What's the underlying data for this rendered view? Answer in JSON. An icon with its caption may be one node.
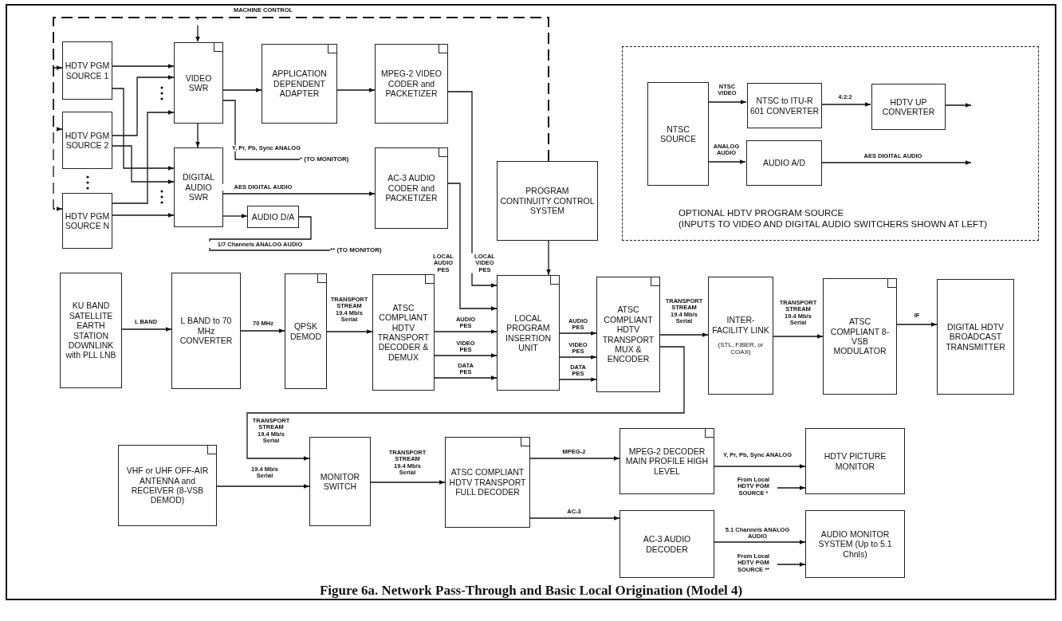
{
  "diagram": {
    "caption": "Figure 6a.  Network Pass-Through and Basic Local Origination (Model 4)",
    "nodes": [
      {
        "text": [
          "HDTV PGM SOURCE 1"
        ]
      },
      {
        "text": [
          "HDTV PGM SOURCE 2"
        ]
      },
      {
        "text": [
          "HDTV PGM SOURCE N"
        ]
      },
      {
        "text": [
          "VIDEO SWR"
        ]
      },
      {
        "text": [
          "DIGITAL AUDIO SWR"
        ]
      },
      {
        "text": [
          "APPLICATION DEPENDENT ADAPTER"
        ]
      },
      {
        "text": [
          "AUDIO D/A"
        ]
      },
      {
        "text": [
          "MPEG-2 VIDEO CODER and PACKETIZER"
        ]
      },
      {
        "text": [
          "AC-3 AUDIO CODER and PACKETIZER"
        ]
      },
      {
        "text": [
          "PROGRAM CONTINUITY CONTROL SYSTEM"
        ]
      },
      {
        "text": [
          "OPTIONAL HDTV PROGRAM SOURCE",
          "(INPUTS TO VIDEO AND DIGITAL AUDIO SWITCHERS SHOWN AT LEFT)"
        ]
      },
      {
        "text": [
          "NTSC SOURCE"
        ],
        "in": 10
      },
      {
        "text": [
          "NTSC to ITU-R 601 CONVERTER"
        ],
        "in": 10
      },
      {
        "text": [
          "HDTV UP CONVERTER"
        ],
        "in": 10
      },
      {
        "text": [
          "AUDIO A/D"
        ],
        "in": 10
      },
      {
        "text": [
          "KU BAND SATELLITE EARTH STATION DOWNLINK with PLL LNB"
        ]
      },
      {
        "text": [
          "L BAND to 70 MHz CONVERTER"
        ]
      },
      {
        "text": [
          "QPSK DEMOD"
        ]
      },
      {
        "text": [
          "ATSC COMPLIANT HDTV TRANSPORT DECODER & DEMUX"
        ]
      },
      {
        "text": [
          "LOCAL PROGRAM INSERTION UNIT"
        ]
      },
      {
        "text": [
          "ATSC COMPLIANT HDTV TRANSPORT MUX & ENCODER"
        ]
      },
      {
        "text": [
          "INTER-FACILITY LINK",
          "(STL, FIBER, or COAX)"
        ]
      },
      {
        "text": [
          "ATSC COMPLIANT 8-VSB MODULATOR"
        ]
      },
      {
        "text": [
          "DIGITAL HDTV BROADCAST TRANSMITTER"
        ]
      },
      {
        "text": [
          "VHF or UHF OFF-AIR ANTENNA and RECEIVER (8-VSB DEMOD)"
        ]
      },
      {
        "text": [
          "MONITOR SWITCH"
        ]
      },
      {
        "text": [
          "ATSC COMPLIANT HDTV TRANSPORT FULL DECODER"
        ]
      },
      {
        "text": [
          "MPEG-2 DECODER MAIN PROFILE HIGH LEVEL"
        ]
      },
      {
        "text": [
          "AC-3 AUDIO DECODER"
        ]
      },
      {
        "text": [
          "HDTV PICTURE MONITOR"
        ]
      },
      {
        "text": [
          "AUDIO MONITOR SYSTEM (Up to 5.1 Chnls)"
        ]
      },
      {
        "text": [
          "* (TO MONITOR)"
        ]
      },
      {
        "text": [
          "** (TO MONITOR)"
        ]
      }
    ],
    "edges": [
      {
        "from": 0,
        "to": 3,
        "arrow": "to"
      },
      {
        "from": 0,
        "to": 4,
        "arrow": "to"
      },
      {
        "from": 1,
        "to": 3,
        "arrow": "to"
      },
      {
        "from": 1,
        "to": 4,
        "arrow": "to"
      },
      {
        "from": 2,
        "to": 3,
        "arrow": "to"
      },
      {
        "from": 2,
        "to": 4,
        "arrow": "to"
      },
      {
        "from": 9,
        "to": 0,
        "arrow": "to",
        "style": "dashed"
      },
      {
        "from": 9,
        "to": 1,
        "arrow": "to",
        "style": "dashed"
      },
      {
        "from": 9,
        "to": 2,
        "arrow": "to",
        "style": "dashed"
      },
      {
        "from": 9,
        "to": 3,
        "arrow": "to",
        "style": "dashed",
        "label": "MACHINE CONTROL"
      },
      {
        "from": 3,
        "to": 4,
        "arrow": "to"
      },
      {
        "from": 3,
        "to": 5,
        "arrow": "to"
      },
      {
        "from": 3,
        "to": 31,
        "arrow": "none",
        "label": "Y, Pr, Pb, Sync ANALOG"
      },
      {
        "from": 5,
        "to": 7,
        "arrow": "to"
      },
      {
        "from": 4,
        "to": 8,
        "arrow": "to",
        "label": "AES DIGITAL AUDIO"
      },
      {
        "from": 4,
        "to": 6,
        "arrow": "to"
      },
      {
        "from": 6,
        "to": 32,
        "arrow": "none",
        "label": "1/7 Channels ANALOG AUDIO"
      },
      {
        "from": 8,
        "to": 19,
        "arrow": "to",
        "label": "LOCAL AUDIO PES"
      },
      {
        "from": 7,
        "to": 19,
        "arrow": "to",
        "label": "LOCAL VIDEO PES"
      },
      {
        "from": 9,
        "to": 19,
        "arrow": "to"
      },
      {
        "from": 11,
        "to": 12,
        "arrow": "to",
        "label": "NTSC VIDEO"
      },
      {
        "from": 12,
        "to": 13,
        "arrow": "to",
        "label": "4:2:2"
      },
      {
        "from": 13,
        "to": null,
        "arrow": "to"
      },
      {
        "from": 11,
        "to": 14,
        "arrow": "to",
        "label": "ANALOG AUDIO"
      },
      {
        "from": 14,
        "to": null,
        "arrow": "to",
        "label": "AES DIGITAL AUDIO"
      },
      {
        "from": 15,
        "to": 16,
        "arrow": "to",
        "label": "L BAND"
      },
      {
        "from": 16,
        "to": 17,
        "arrow": "to",
        "label": "70 MHz"
      },
      {
        "from": 17,
        "to": 18,
        "arrow": "to",
        "label": "TRANSPORT STREAM 19.4 Mb/s Serial"
      },
      {
        "from": 18,
        "to": 19,
        "arrow": "to",
        "label": "AUDIO PES"
      },
      {
        "from": 18,
        "to": 19,
        "arrow": "to",
        "label": "VIDEO PES"
      },
      {
        "from": 18,
        "to": 19,
        "arrow": "to",
        "label": "DATA PES"
      },
      {
        "from": 19,
        "to": 20,
        "arrow": "to",
        "label": "AUDIO PES"
      },
      {
        "from": 19,
        "to": 20,
        "arrow": "to",
        "label": "VIDEO PES"
      },
      {
        "from": 19,
        "to": 20,
        "arrow": "to",
        "label": "DATA PES"
      },
      {
        "from": 20,
        "to": 21,
        "arrow": "to",
        "label": "TRANSPORT STREAM 19.4 Mb/s Serial"
      },
      {
        "from": 21,
        "to": 22,
        "arrow": "to",
        "label": "TRANSPORT STREAM 19.4 Mb/s Serial"
      },
      {
        "from": 22,
        "to": 23,
        "arrow": "to",
        "label": "IF"
      },
      {
        "from": 20,
        "to": 25,
        "arrow": "to",
        "label": "TRANSPORT STREAM 19.4 Mb/s Serial"
      },
      {
        "from": 24,
        "to": 25,
        "arrow": "to",
        "label": "19.4 Mb/s Serial"
      },
      {
        "from": 25,
        "to": 26,
        "arrow": "to",
        "label": "TRANSPORT STREAM 19.4 Mb/s Serial"
      },
      {
        "from": 26,
        "to": 27,
        "arrow": "to",
        "label": "MPEG-2"
      },
      {
        "from": 26,
        "to": 28,
        "arrow": "to",
        "label": "AC-3"
      },
      {
        "from": 27,
        "to": 29,
        "arrow": "to",
        "label": "Y, Pr, Pb, Sync ANALOG"
      },
      {
        "from": null,
        "to": 29,
        "arrow": "to",
        "label": "From Local HDTV PGM SOURCE *"
      },
      {
        "from": 28,
        "to": 30,
        "arrow": "to",
        "label": "5.1 Channels ANALOG AUDIO"
      },
      {
        "from": null,
        "to": 30,
        "arrow": "to",
        "label": "From Local HDTV PGM SOURCE **"
      }
    ]
  }
}
